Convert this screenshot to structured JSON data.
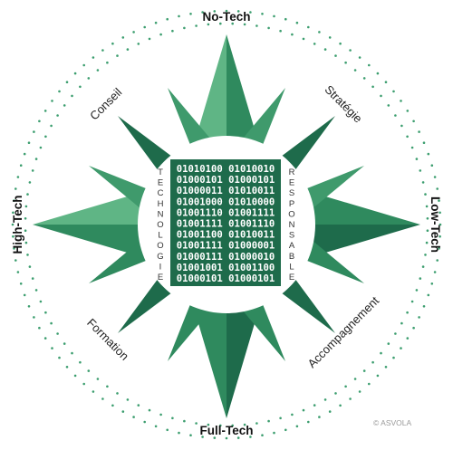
{
  "colors": {
    "dark_green": "#1e6b4b",
    "mid_green": "#2f8a5e",
    "light_green": "#5fb585",
    "dots": "#3c9e6f"
  },
  "directions": {
    "top": "No-Tech",
    "right": "Low-Tech",
    "bottom": "Full-Tech",
    "left": "High-Tech"
  },
  "services": {
    "top_left": "Conseil",
    "top_right": "Stratégie",
    "bottom_left": "Formation",
    "bottom_right": "Accompagnement"
  },
  "center": {
    "left_word": [
      "T",
      "E",
      "C",
      "H",
      "N",
      "O",
      "L",
      "O",
      "G",
      "I",
      "E"
    ],
    "right_word": [
      "R",
      "E",
      "S",
      "P",
      "O",
      "N",
      "S",
      "A",
      "B",
      "L",
      "E"
    ],
    "binary_lines": [
      "01010100 01010010",
      "01000101 01000101",
      "01000011 01010011",
      "01001000 01010000",
      "01001110 01001111",
      "01001111 01001110",
      "01001100 01010011",
      "01001111 01000001",
      "01000111 01000010",
      "01001001 01001100",
      "01000101 01000101"
    ]
  },
  "copyright": "© ASVOLA"
}
